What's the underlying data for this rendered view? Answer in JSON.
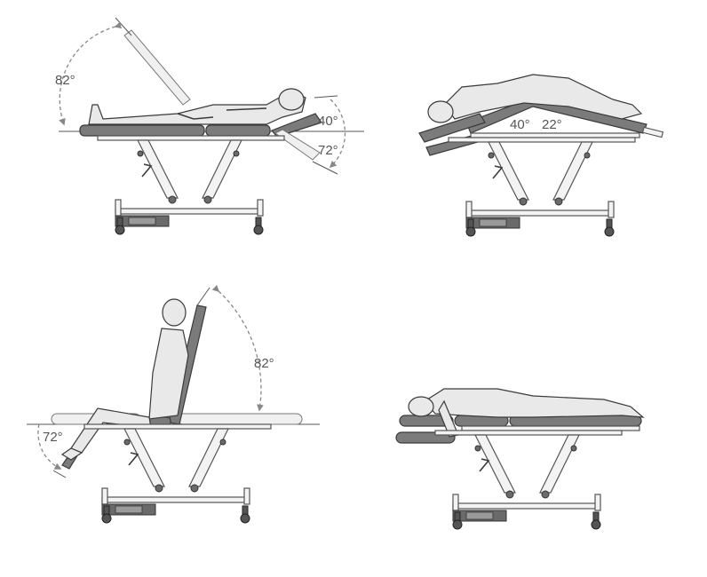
{
  "panels": [
    {
      "id": "supine",
      "angles": {
        "backrest_up": "82°",
        "leg_up": "40°",
        "leg_down": "72°"
      }
    },
    {
      "id": "prone-flexed",
      "angles": {
        "section_a": "40°",
        "section_b": "22°"
      }
    },
    {
      "id": "sitting",
      "angles": {
        "backrest_up": "82°",
        "leg_down": "72°"
      }
    },
    {
      "id": "prone-flat",
      "angles": {}
    }
  ],
  "colors": {
    "pad": "#7b7b7b",
    "outline": "#3a3a3a",
    "body": "#e9e9e9",
    "guide": "#888888"
  },
  "icons": [
    "massage-table-icon",
    "patient-figure-icon",
    "angle-arc-icon"
  ]
}
